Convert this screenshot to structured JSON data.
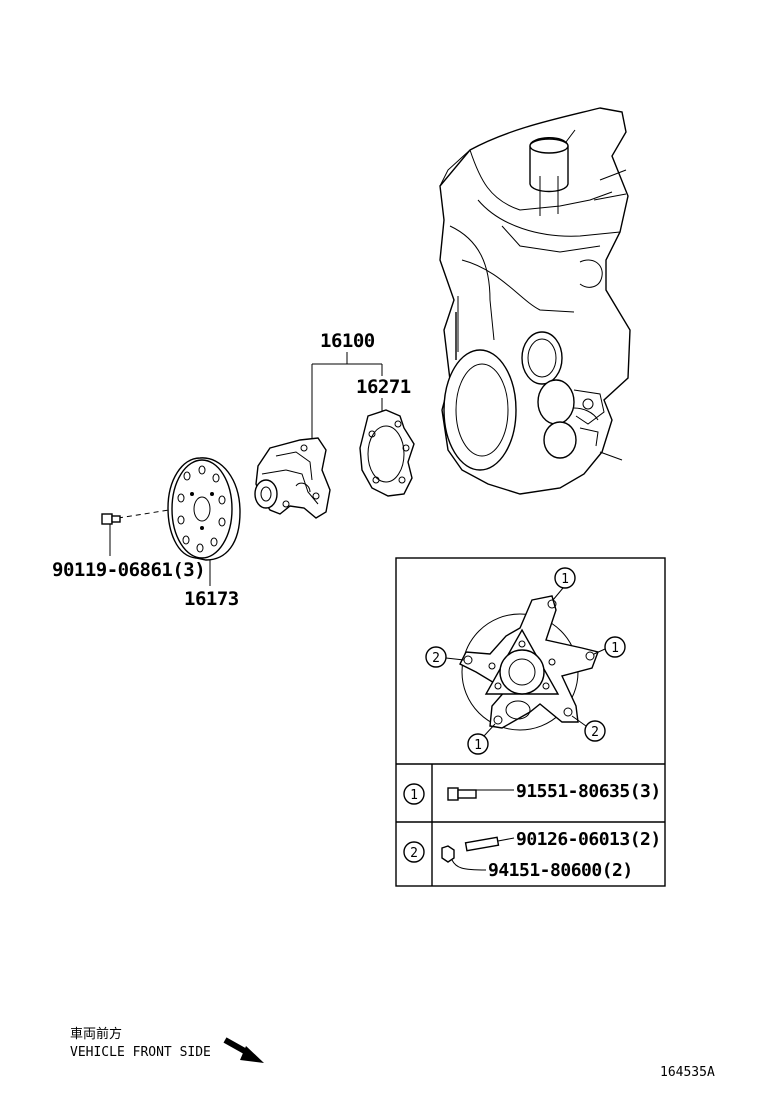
{
  "parts": {
    "assembly": "16100",
    "gasket": "16271",
    "pulley": "16173",
    "pulley_bolt": "90119-06861(3)"
  },
  "legend": {
    "row1": {
      "callout": "1",
      "part": "91551-80635(3)"
    },
    "row2": {
      "callout": "2",
      "part_a": "90126-06013(2)",
      "part_b": "94151-80600(2)"
    }
  },
  "callouts": [
    "1",
    "2",
    "1",
    "1",
    "2"
  ],
  "footer": {
    "japanese": "車両前方",
    "direction": "VEHICLE FRONT SIDE",
    "figure_id": "164535A"
  }
}
